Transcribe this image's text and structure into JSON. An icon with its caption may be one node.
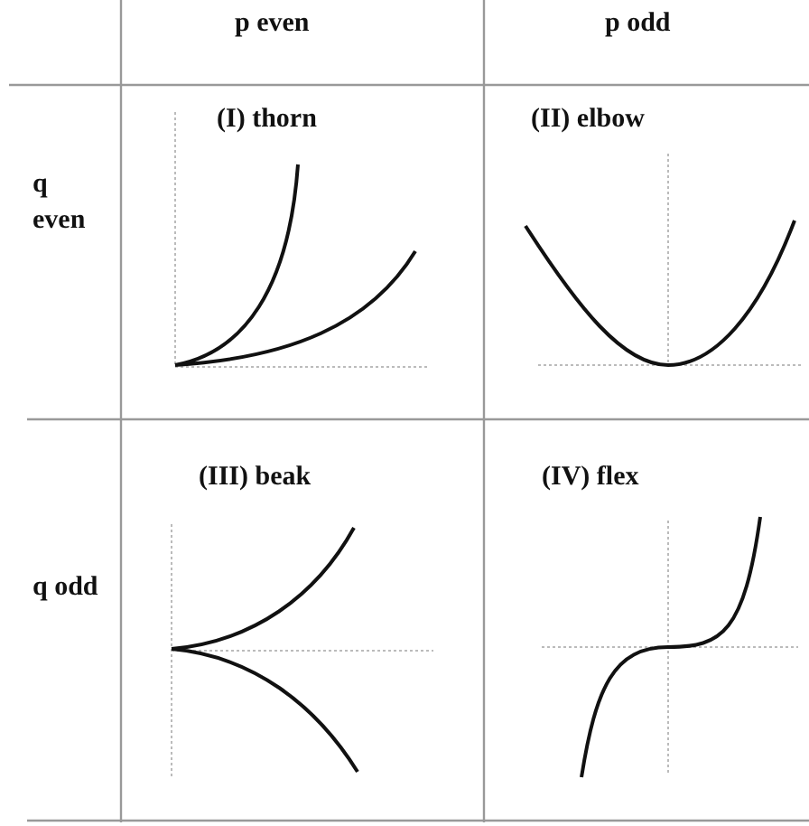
{
  "diagram": {
    "labels": [
      "p even",
      "p odd",
      "q even",
      "(I) thorn",
      "(II) elbow",
      "q odd",
      "(III) beak",
      "(IV) flex"
    ]
  }
}
